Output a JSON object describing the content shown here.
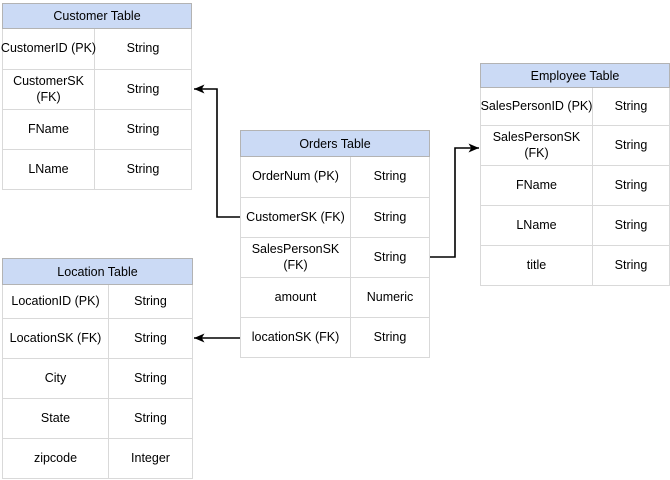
{
  "diagram": {
    "type": "entity-relationship-diagram",
    "colors": {
      "header_fill": "#CBDAF5",
      "header_border": "#B3B3B3",
      "grid_border": "#D9D9D9",
      "connector": "#000000",
      "text": "#000000",
      "background": "#FFFFFF"
    },
    "tables": {
      "customer": {
        "title": "Customer Table",
        "rows": [
          {
            "field": "CustomerID (PK)",
            "type": "String"
          },
          {
            "field": "CustomerSK\n(FK)",
            "type": "String"
          },
          {
            "field": "FName",
            "type": "String"
          },
          {
            "field": "LName",
            "type": "String"
          }
        ]
      },
      "orders": {
        "title": "Orders Table",
        "rows": [
          {
            "field": "OrderNum (PK)",
            "type": "String"
          },
          {
            "field": "CustomerSK (FK)",
            "type": "String"
          },
          {
            "field": "SalesPersonSK\n(FK)",
            "type": "String"
          },
          {
            "field": "amount",
            "type": "Numeric"
          },
          {
            "field": "locationSK (FK)",
            "type": "String"
          }
        ]
      },
      "employee": {
        "title": "Employee Table",
        "rows": [
          {
            "field": "SalesPersonID (PK)",
            "type": "String"
          },
          {
            "field": "SalesPersonSK\n(FK)",
            "type": "String"
          },
          {
            "field": "FName",
            "type": "String"
          },
          {
            "field": "LName",
            "type": "String"
          },
          {
            "field": "title",
            "type": "String"
          }
        ]
      },
      "location": {
        "title": "Location Table",
        "rows": [
          {
            "field": "LocationID (PK)",
            "type": "String"
          },
          {
            "field": "LocationSK (FK)",
            "type": "String"
          },
          {
            "field": "City",
            "type": "String"
          },
          {
            "field": "State",
            "type": "String"
          },
          {
            "field": "zipcode",
            "type": "Integer"
          }
        ]
      }
    },
    "relations": [
      {
        "from_table": "Orders Table",
        "from_field": "CustomerSK (FK)",
        "to_table": "Customer Table",
        "to_field": "CustomerSK (FK)",
        "arrow": "points-to-target"
      },
      {
        "from_table": "Orders Table",
        "from_field": "SalesPersonSK (FK)",
        "to_table": "Employee Table",
        "to_field": "SalesPersonSK (FK)",
        "arrow": "points-to-target"
      },
      {
        "from_table": "Orders Table",
        "from_field": "locationSK (FK)",
        "to_table": "Location Table",
        "to_field": "LocationSK (FK)",
        "arrow": "points-to-target"
      }
    ]
  }
}
